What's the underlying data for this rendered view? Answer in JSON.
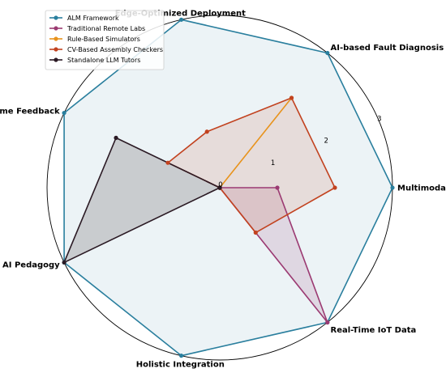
{
  "chart_data": {
    "type": "radar",
    "axes": [
      "Multimodal Sensing",
      "AI-based Fault Diagnosis",
      "Edge-Optimized Deployment",
      "Real-Time Feedback",
      "Generative AI Pedagogy",
      "Holistic Integration",
      "Real-Time IoT Data"
    ],
    "rticks": [
      "0",
      "1",
      "2",
      "3"
    ],
    "rlim": [
      0,
      3
    ],
    "grid": false,
    "legend_position": "upper-left",
    "series": [
      {
        "name": "ALM Framework",
        "values": [
          3,
          3,
          3,
          3,
          3,
          3,
          3
        ],
        "color": "#2a7f9e",
        "fill_opacity": 0.09
      },
      {
        "name": "Traditional Remote Labs",
        "values": [
          1,
          0,
          0,
          0,
          0,
          0,
          3
        ],
        "color": "#9b3a72",
        "fill_opacity": 0.15
      },
      {
        "name": "Rule-Based Simulators",
        "values": [
          0,
          2,
          0,
          0,
          0,
          0,
          0
        ],
        "color": "#e8931c",
        "fill_opacity": 0.1
      },
      {
        "name": "CV-Based Assembly Checkers",
        "values": [
          2,
          2,
          1,
          1,
          0,
          0,
          1
        ],
        "color": "#c2421f",
        "fill_opacity": 0.13
      },
      {
        "name": "Standalone LLM Tutors",
        "values": [
          0,
          0,
          0,
          2,
          3,
          0,
          0
        ],
        "color": "#2b1a24",
        "fill_opacity": 0.18
      }
    ]
  }
}
